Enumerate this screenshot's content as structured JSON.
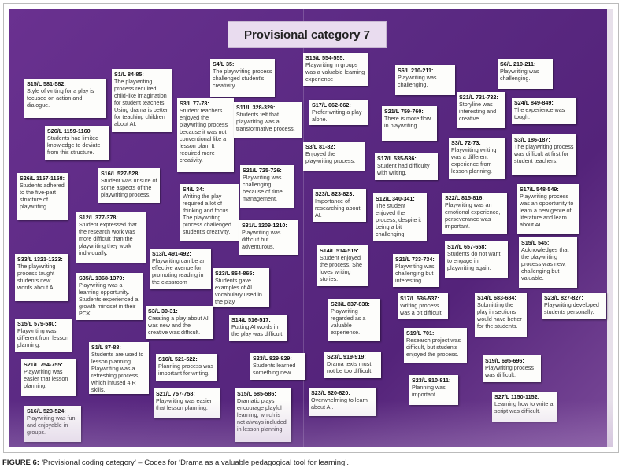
{
  "board": {
    "title": "Provisional category 7",
    "notes": [
      {
        "code": "S15/L 581-582:",
        "text": "Style of writing for a play is focused on action and dialogue."
      },
      {
        "code": "S1/L 84-85:",
        "text": "The playwriting process required child-like imagination for student teachers. Using drama is better for teaching children about AI."
      },
      {
        "code": "S4/L 35:",
        "text": "The playwriting process challenged student's creativity."
      },
      {
        "code": "S3/L 77-78:",
        "text": "Student teachers enjoyed the playwriting process because it was not conventional like a lesson plan. It required more creativity."
      },
      {
        "code": "S11/L 328-329:",
        "text": "Students felt that playwriting was a transformative process."
      },
      {
        "code": "S15/L 554-555:",
        "text": "Playwriting in groups was a valuable learning experience"
      },
      {
        "code": "S17/L 662-662:",
        "text": "Prefer writing a play alone."
      },
      {
        "code": "S3/L 81-82:",
        "text": "Enjoyed the playwriting process."
      },
      {
        "code": "S6/L 210-211:",
        "text": "Playwriting was challenging."
      },
      {
        "code": "S6/L 210-211:",
        "text": "Playwriting was challenging."
      },
      {
        "code": "S21/L 759-760:",
        "text": "There is more flow in playwriting."
      },
      {
        "code": "S21/L 731-732:",
        "text": "Storyline was interesting and creative."
      },
      {
        "code": "S24/L 849-849:",
        "text": "The experience was tough."
      },
      {
        "code": "S3/L 72-73:",
        "text": "Playwriting writing was a different experience from lesson planning."
      },
      {
        "code": "S3/L 186-187:",
        "text": "The playwriting process was difficult at first for student teachers."
      },
      {
        "code": "S17/L 535-536:",
        "text": "Student had difficulty with writing."
      },
      {
        "code": "S26/L 1159-1160",
        "text": "Students had limited knowledge to deviate from this structure."
      },
      {
        "code": "S26/L 1157-1158:",
        "text": "Students adhered to the five-part structure of playwriting."
      },
      {
        "code": "S16/L 527-528:",
        "text": "Student was unsure of some aspects of the playwriting process."
      },
      {
        "code": "S4/L 34:",
        "text": "Writing the play required a lot of thinking and focus. The playwriting process challenged student's creativity."
      },
      {
        "code": "S21/L 725-726:",
        "text": "Playwriting was challenging because of time management."
      },
      {
        "code": "S23/L 823-823:",
        "text": "Importance of researching about AI."
      },
      {
        "code": "S12/L 340-341:",
        "text": "The student enjoyed the process, despite it being a bit challenging."
      },
      {
        "code": "S22/L 815-816:",
        "text": "Playwriting was an emotional experience, perseverance was important."
      },
      {
        "code": "S17/L 548-549:",
        "text": "Playwriting process was an opportunity to learn a new genre of literature and learn about AI."
      },
      {
        "code": "S12/L 377-378:",
        "text": "Student expressed that the research work was more difficult than the playwriting they work individually."
      },
      {
        "code": "S31/L 1209-1210:",
        "text": "Playwriting was difficult but adventurous."
      },
      {
        "code": "S14/L 514-515:",
        "text": "Student enjoyed the process. She loves writing stories."
      },
      {
        "code": "S21/L 733-734:",
        "text": "Playwriting was challenging but interesting."
      },
      {
        "code": "S17/L 657-658:",
        "text": "Students do not want to engage in playwriting again."
      },
      {
        "code": "S15/L 545:",
        "text": "Acknowledges that the playwriting process was new, challenging but valuable."
      },
      {
        "code": "S33/L 1321-1323:",
        "text": "The playwriting process taught students new words about AI."
      },
      {
        "code": "S13/L 491-492:",
        "text": "Playwriting can be an effective avenue for promoting reading in the classroom"
      },
      {
        "code": "S23/L 864-865:",
        "text": "Students gave examples of AI vocabulary used in the play"
      },
      {
        "code": "S35/L 1368-1370:",
        "text": "Playwriting was a learning opportunity. Students experienced a growth mindset in their PCK."
      },
      {
        "code": "S23/L 837-838:",
        "text": "Playwriting regarded as a valuable experience."
      },
      {
        "code": "S15/L 579-580:",
        "text": "Playwriting was different from lesson planning."
      },
      {
        "code": "S3/L 30-31:",
        "text": "Creating a play about AI was new and the creative was difficult."
      },
      {
        "code": "S14/L 516-517:",
        "text": "Putting AI words in the play was difficult."
      },
      {
        "code": "S17/L 536-537:",
        "text": "Writing process was a bit difficult."
      },
      {
        "code": "S14/L 683-684:",
        "text": "Submitting the play in sections would have better for the students."
      },
      {
        "code": "S23/L 827-827:",
        "text": "Playwriting developed students personally."
      },
      {
        "code": "S1/L 87-88:",
        "text": "Students are used to lesson planning. Playwriting was a refreshing process, which infused 4IR skills."
      },
      {
        "code": "S21/L 754-755:",
        "text": "Playwriting was easier that lesson planning."
      },
      {
        "code": "S16/L 521-522:",
        "text": "Planning process was important for writing."
      },
      {
        "code": "S23/L 829-829:",
        "text": "Students learned something new."
      },
      {
        "code": "S23/L 919-919:",
        "text": "Drama texts must not be too difficult."
      },
      {
        "code": "S19/L 701:",
        "text": "Research project was difficult, but students enjoyed the process."
      },
      {
        "code": "S19/L 695-696:",
        "text": "Playwriting process was difficult."
      },
      {
        "code": "S16/L 523-524:",
        "text": "Playwriting was fun and enjoyable in groups."
      },
      {
        "code": "S21/L 757-758:",
        "text": "Playwriting was easier that lesson planning."
      },
      {
        "code": "S15/L 585-586:",
        "text": "Dramatic plays encourage playful learning, which is not always included in lesson planning."
      },
      {
        "code": "S23/L 820-820:",
        "text": "Overwhelming to learn about AI."
      },
      {
        "code": "S23/L 810-811:",
        "text": "Planning was important"
      },
      {
        "code": "S27/L 1150-1152:",
        "text": "Learning how to write a script was difficult."
      }
    ]
  },
  "caption": {
    "label": "FIGURE 6:",
    "text": " ‘Provisional coding category’ – Codes for ‘Drama as a valuable pedagogical tool for learning’."
  }
}
